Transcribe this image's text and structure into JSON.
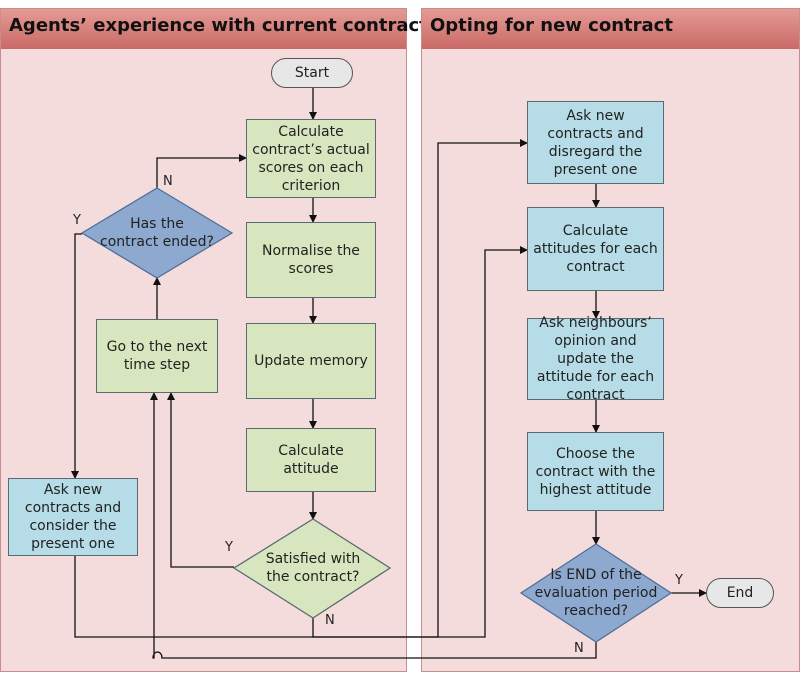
{
  "lanes": {
    "left_title": "Agents’ experience with current contract",
    "right_title": "Opting for new contract"
  },
  "nodes": {
    "start": "Start",
    "calc_scores": "Calculate contract’s actual scores on each criterion",
    "normalise": "Normalise the scores",
    "update_memory": "Update memory",
    "calc_attitude": "Calculate attitude",
    "satisfied": "Satisfied with the contract?",
    "contract_ended": "Has the contract ended?",
    "next_step": "Go to the next time step",
    "ask_consider": "Ask new contracts and consider the present one",
    "ask_disregard": "Ask new contracts and disregard the present one",
    "calc_attitudes_each": "Calculate attitudes for each contract",
    "ask_neighbours": "Ask neighbours’ opinion and update the attitude for each contract",
    "choose_highest": "Choose the contract with the highest attitude",
    "is_end": "Is END of the evaluation period reached?",
    "end": "End"
  },
  "edge_labels": {
    "ended_no": "N",
    "ended_yes": "Y",
    "satisfied_yes": "Y",
    "satisfied_no": "N",
    "end_yes": "Y",
    "end_no": "N"
  },
  "colors": {
    "process_green": "#d8e6bf",
    "process_blue": "#b6dde7",
    "decision_blue": "#8ea9cf",
    "decision_green": "#d8e6bf",
    "lane_fill": "#f4dcdc",
    "lane_header": "#d5807b"
  }
}
